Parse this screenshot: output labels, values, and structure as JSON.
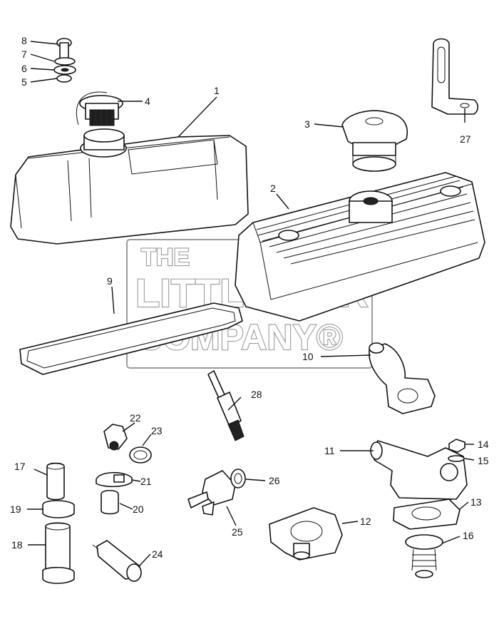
{
  "diagram": {
    "callouts": {
      "c1": "1",
      "c2": "2",
      "c3": "3",
      "c4": "4",
      "c5": "5",
      "c6": "6",
      "c7": "7",
      "c8": "8",
      "c9": "9",
      "c10": "10",
      "c11": "11",
      "c12": "12",
      "c13": "13",
      "c14": "14",
      "c15": "15",
      "c16": "16",
      "c17": "17",
      "c18": "18",
      "c19": "19",
      "c20": "20",
      "c21": "21",
      "c22": "22",
      "c23": "23",
      "c24": "24",
      "c25": "25",
      "c26": "26",
      "c27": "27",
      "c28": "28"
    }
  },
  "watermark": {
    "line1": "THE",
    "line2": "LITTLE CAR",
    "line3": "COMPANY®"
  },
  "colors": {
    "line": "#111111",
    "watermark_outline": "#9a9a9a"
  }
}
